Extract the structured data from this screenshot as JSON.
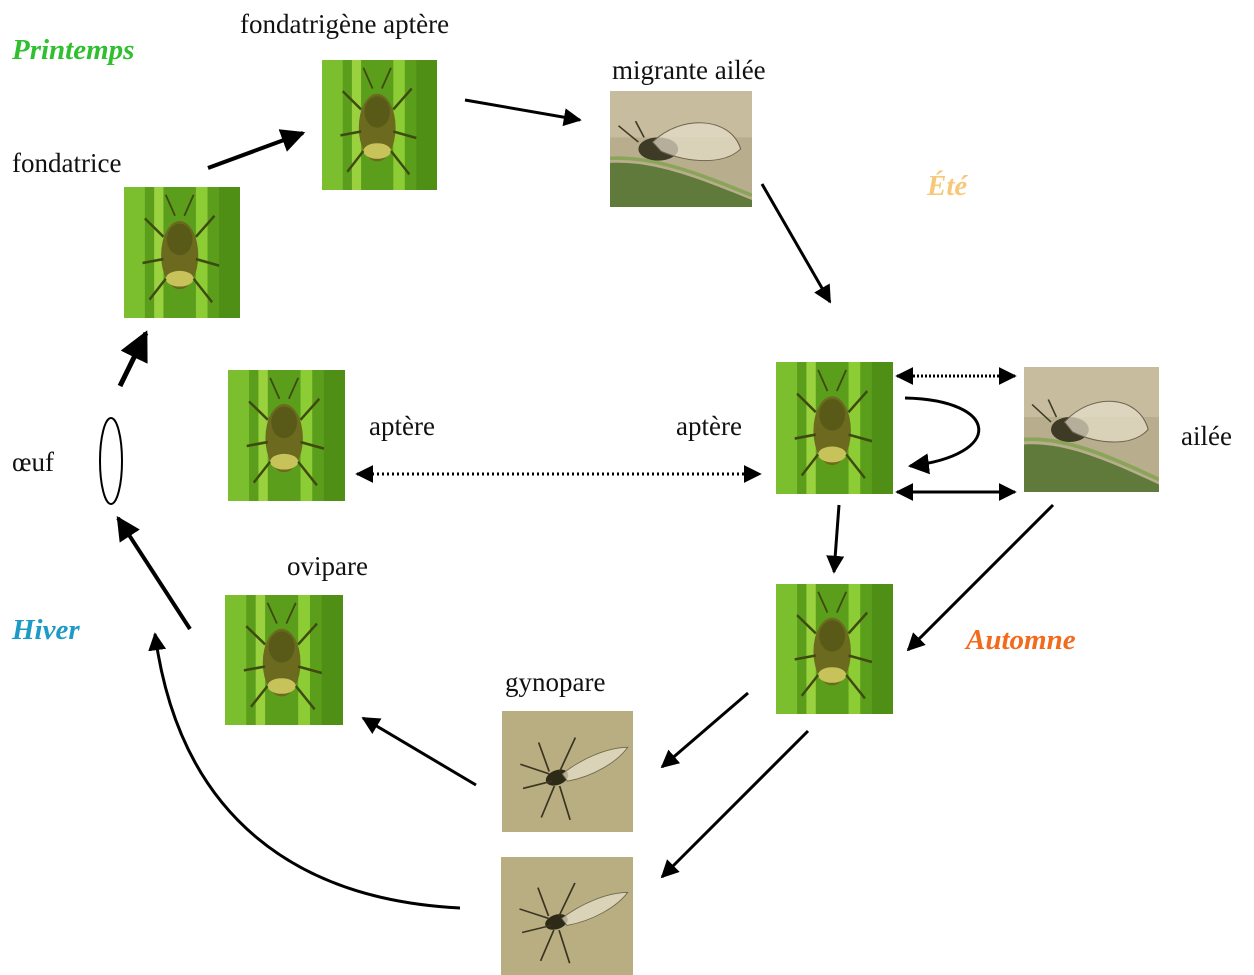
{
  "seasons": {
    "spring": "Printemps",
    "summer": "Été",
    "autumn": "Automne",
    "winter": "Hiver"
  },
  "colors": {
    "spring": "#2fbf2f",
    "summer": "#f7c87a",
    "autumn": "#f26a1b",
    "winter": "#1d9bc6",
    "arrow": "#000000"
  },
  "morphs": {
    "fondatrice": "fondatrice",
    "fondatrigene_aptere": "fondatrigène aptère",
    "migrante_ailee": "migrante ailée",
    "aptere_left": "aptère",
    "aptere_right": "aptère",
    "ailee": "ailée",
    "oeuf": "œuf",
    "ovipare": "ovipare",
    "gynopare": "gynopare"
  },
  "photos": {
    "green_wingless": "wingless aphid on green leaf",
    "winged_on_leaf": "winged aphid on leaf edge",
    "winged_on_paper": "winged aphid on beige background"
  }
}
